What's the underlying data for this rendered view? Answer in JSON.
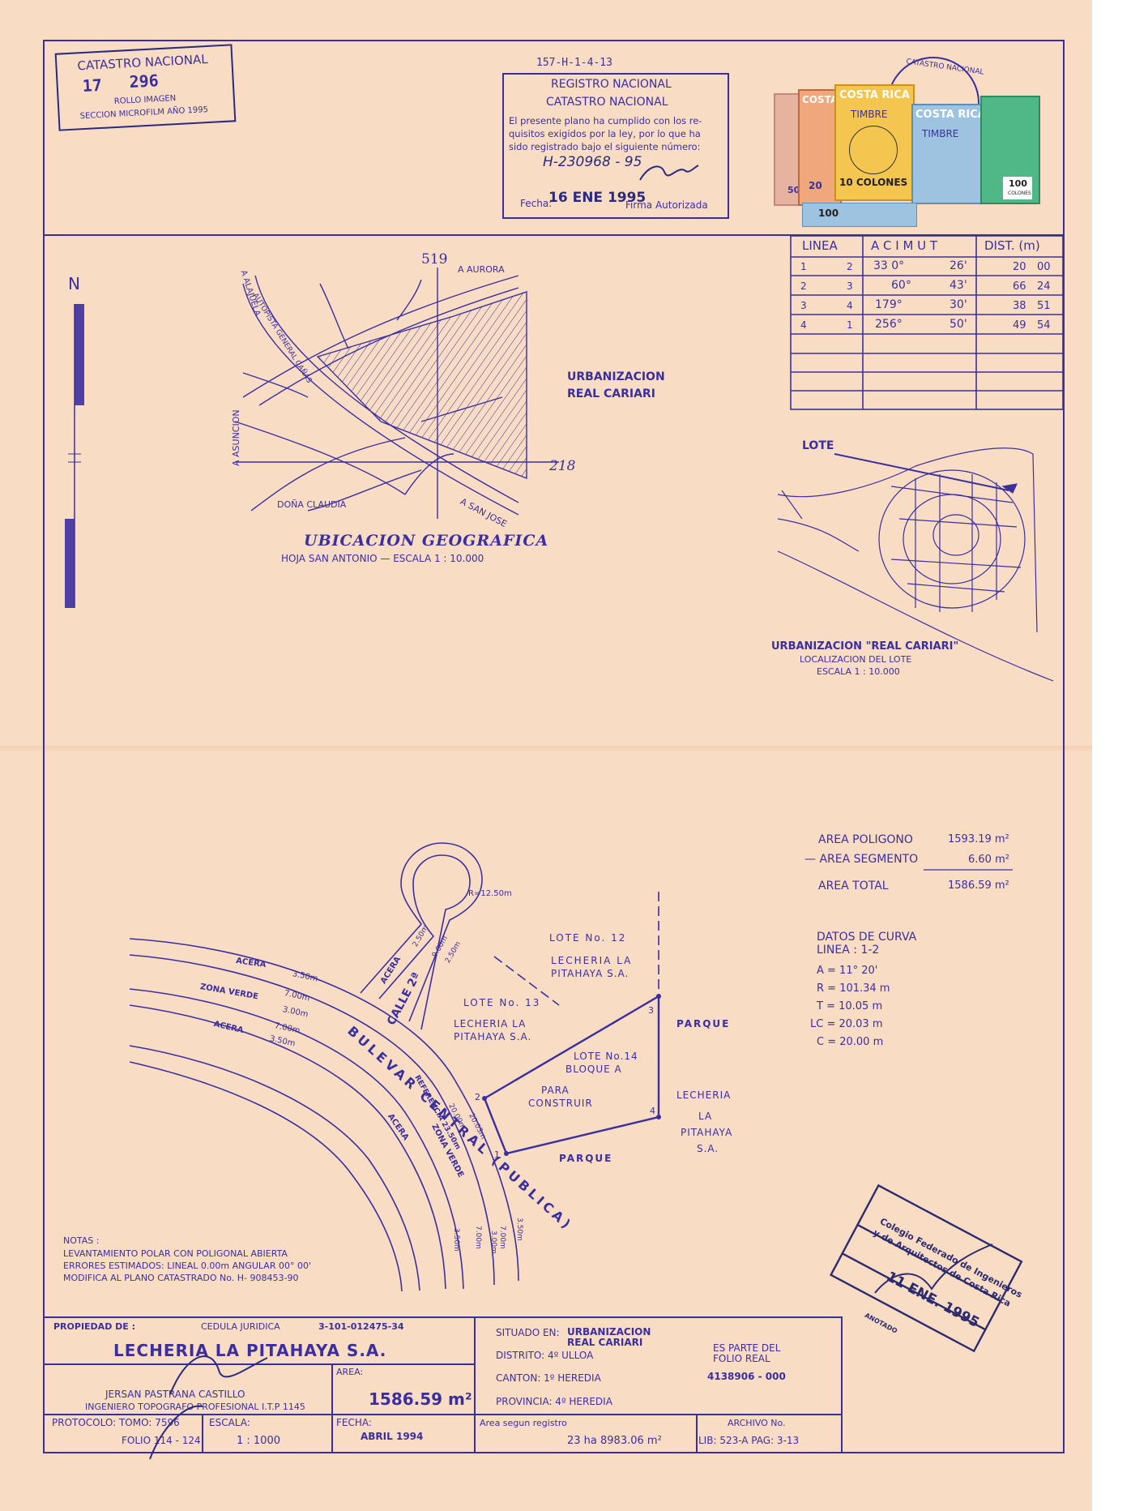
{
  "header": {
    "catastro_box": {
      "title": "CATASTRO NACIONAL",
      "number_a": "17",
      "number_b": "296",
      "line1": "ROLLO IMAGEN",
      "line2": "SECCION MICROFILM AÑO 1995"
    },
    "registro": {
      "top_code": "157-H-1-4-13",
      "title1": "REGISTRO NACIONAL",
      "title2": "CATASTRO NACIONAL",
      "text1": "El presente plano ha cumplido con los re-",
      "text2": "quisitos exigidos por la ley, por lo que ha",
      "text3": "sido registrado bajo el siguiente número:",
      "number": "H-230968 - 95",
      "fecha_label": "Fecha:",
      "fecha_value": "16 ENE 1995",
      "firma_label": "Firma Autorizada"
    },
    "stamps": {
      "brand": "COSTA RICA",
      "timbre": "TIMBRE",
      "value_10": "10 COLONES",
      "value_20": "20",
      "value_50": "50",
      "value_100": "100",
      "colones": "COLONES",
      "seal_text": "CATASTRO NACIONAL"
    }
  },
  "azimut_table": {
    "headers": [
      "LINEA",
      "A C I M U T",
      "DIST. (m)"
    ],
    "rows": [
      {
        "a": "1",
        "b": "2",
        "deg": "33 0°",
        "min": "26'",
        "dist_m": "20",
        "dist_cm": "00"
      },
      {
        "a": "2",
        "b": "3",
        "deg": "60°",
        "min": "43'",
        "dist_m": "66",
        "dist_cm": "24"
      },
      {
        "a": "3",
        "b": "4",
        "deg": "179°",
        "min": "30'",
        "dist_m": "38",
        "dist_cm": "51"
      },
      {
        "a": "4",
        "b": "1",
        "deg": "256°",
        "min": "50'",
        "dist_m": "49",
        "dist_cm": "54"
      }
    ]
  },
  "ubicacion": {
    "north": "N",
    "coord_top": "519",
    "coord_right": "218",
    "a_aurora": "A AURORA",
    "a_alajuela": "A ALAJUELA",
    "autopista": "AUTOPISTA GENERAL CAÑAS",
    "a_asuncion": "A ASUNCION",
    "dona_claudia": "DOÑA CLAUDIA",
    "a_san_jose": "A SAN JOSE",
    "urb1": "URBANIZACION",
    "urb2": "REAL CARIARI",
    "title": "UBICACION GEOGRAFICA",
    "subtitle": "HOJA SAN ANTONIO — ESCALA 1 : 10.000"
  },
  "localizacion": {
    "lote": "LOTE",
    "line1": "URBANIZACION \"REAL CARIARI\"",
    "line2": "LOCALIZACION DEL LOTE",
    "line3": "ESCALA 1 : 10.000"
  },
  "areas": {
    "poligono_label": "AREA POLIGONO",
    "poligono_value": "1593.19 m²",
    "segmento_label": "— AREA SEGMENTO",
    "segmento_value": "6.60 m²",
    "total_label": "AREA TOTAL",
    "total_value": "1586.59 m²"
  },
  "curva": {
    "title": "DATOS DE CURVA",
    "linea": "LINEA : 1-2",
    "rows": [
      "A = 11° 20'",
      "R = 101.34 m",
      "T = 10.05 m",
      "LC = 20.03 m",
      "C = 20.00 m"
    ]
  },
  "plan": {
    "radius": "R=12.50m",
    "calle": "CALLE 2ª",
    "bulevar": "BULEVAR CENTRAL (PUBLICA)",
    "acera": "ACERA",
    "zona_verde": "ZONA VERDE",
    "referencia": "REFERENCIA 23.50m",
    "dims": [
      "3.50m",
      "7.00m",
      "3.00m",
      "7.00m",
      "3.50m",
      "2.50m",
      "9.00m",
      "2.50m",
      "20.00m",
      "20.03m",
      "3.50m",
      "7.00m",
      "3.00m",
      "7.00m",
      "3.50m"
    ],
    "lote12_1": "LOTE No. 12",
    "lote12_2": "LECHERIA LA",
    "lote12_3": "PITAHAYA S.A.",
    "lote13_1": "LOTE No. 13",
    "lote13_2": "LECHERIA LA",
    "lote13_3": "PITAHAYA S.A.",
    "lote14_1": "LOTE No.14",
    "lote14_2": "BLOQUE A",
    "lote14_3": "PARA",
    "lote14_4": "CONSTRUIR",
    "parque": "PARQUE",
    "parque2": "PARQUE",
    "lech_r1": "LECHERIA",
    "lech_r2": "LA",
    "lech_r3": "PITAHAYA",
    "lech_r4": "S.A.",
    "v1": "1",
    "v2": "2",
    "v3": "3",
    "v4": "4"
  },
  "notas": {
    "title": "NOTAS :",
    "l1": "LEVANTAMIENTO POLAR CON POLIGONAL ABIERTA",
    "l2": "ERRORES ESTIMADOS: LINEAL 0.00m ANGULAR 00° 00'",
    "l3": "MODIFICA AL PLANO CATASTRADO No. H- 908453-90"
  },
  "colegio_stamp": {
    "text1": "Colegio Federado de Ingenieros",
    "text2": "y de Arquitectos de Costa Rica",
    "date": "11 ENE. 1995",
    "bottom": "ANOTADO"
  },
  "titleblock": {
    "propiedad_label": "PROPIEDAD DE :",
    "cedula_label": "CEDULA JURIDICA",
    "cedula_value": "3-101-012475-34",
    "owner": "LECHERIA LA PITAHAYA S.A.",
    "area_label": "AREA:",
    "area_value": "1586.59 m²",
    "ingeniero1": "JERSAN PASTRANA CASTILLO",
    "ingeniero2": "INGENIERO TOPOGRAFO PROFESIONAL I.T.P 1145",
    "protocolo_label": "PROTOCOLO: TOMO: 7596",
    "folio": "FOLIO 114 - 124",
    "escala_label": "ESCALA:",
    "escala_value": "1 : 1000",
    "fecha_label": "FECHA:",
    "fecha_value": "ABRIL 1994",
    "situado_label": "SITUADO EN:",
    "situado_value1": "URBANIZACION",
    "situado_value2": "REAL CARIARI",
    "distrito": "DISTRITO: 4º ULLOA",
    "canton": "CANTON: 1º HEREDIA",
    "provincia": "PROVINCIA: 4º HEREDIA",
    "es_parte1": "ES PARTE DEL",
    "es_parte2": "FOLIO REAL",
    "folio_real": "4138906 - 000",
    "area_registro_label": "Area segun registro",
    "area_registro_value": "23 ha 8983.06 m²",
    "archivo_label": "ARCHIVO No.",
    "archivo_value": "LIB: 523-A PAG: 3-13"
  }
}
